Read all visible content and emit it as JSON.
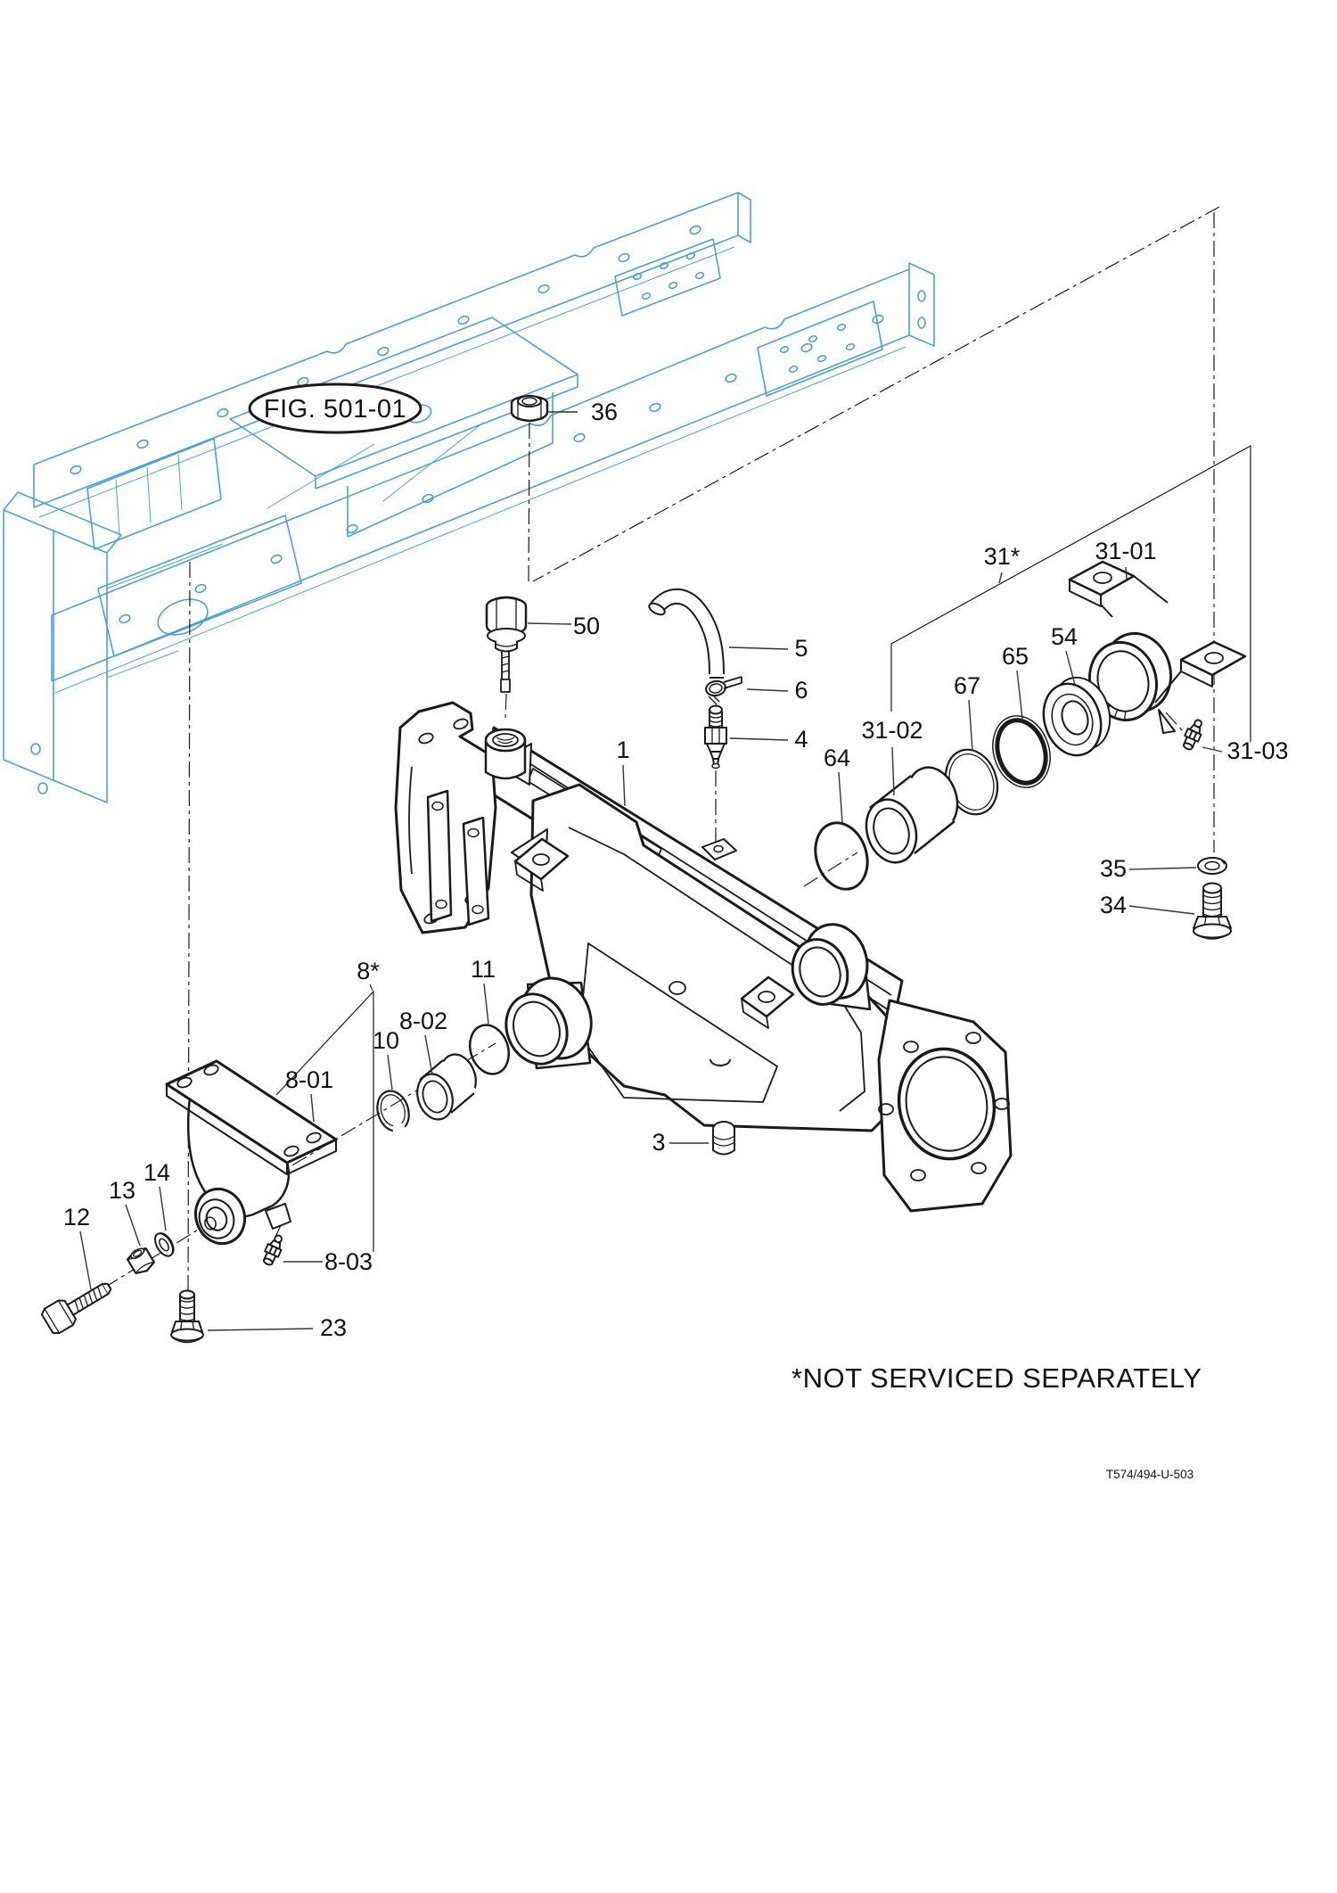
{
  "figure": {
    "callout": "FIG. 501-01",
    "footnote": "*NOT SERVICED SEPARATELY",
    "doc_code": "T574/494-U-503"
  },
  "colors": {
    "ink": "#1a1a1a",
    "frame-blue": "#4b9fd4",
    "paper": "#ffffff",
    "label": "#111111",
    "leader": "#333333"
  },
  "labels": [
    {
      "id": "36",
      "text": "36"
    },
    {
      "id": "50",
      "text": "50"
    },
    {
      "id": "5",
      "text": "5"
    },
    {
      "id": "6",
      "text": "6"
    },
    {
      "id": "4",
      "text": "4"
    },
    {
      "id": "1",
      "text": "1"
    },
    {
      "id": "31*",
      "text": "31*"
    },
    {
      "id": "31-01",
      "text": "31-01"
    },
    {
      "id": "54",
      "text": "54"
    },
    {
      "id": "65",
      "text": "65"
    },
    {
      "id": "67",
      "text": "67"
    },
    {
      "id": "31-02",
      "text": "31-02"
    },
    {
      "id": "64",
      "text": "64"
    },
    {
      "id": "31-03",
      "text": "31-03"
    },
    {
      "id": "35",
      "text": "35"
    },
    {
      "id": "34",
      "text": "34"
    },
    {
      "id": "8*",
      "text": "8*"
    },
    {
      "id": "11",
      "text": "11"
    },
    {
      "id": "8-02",
      "text": "8-02"
    },
    {
      "id": "10",
      "text": "10"
    },
    {
      "id": "8-01",
      "text": "8-01"
    },
    {
      "id": "3",
      "text": "3"
    },
    {
      "id": "12",
      "text": "12"
    },
    {
      "id": "13",
      "text": "13"
    },
    {
      "id": "14",
      "text": "14"
    },
    {
      "id": "8-03",
      "text": "8-03"
    },
    {
      "id": "23",
      "text": "23"
    }
  ]
}
